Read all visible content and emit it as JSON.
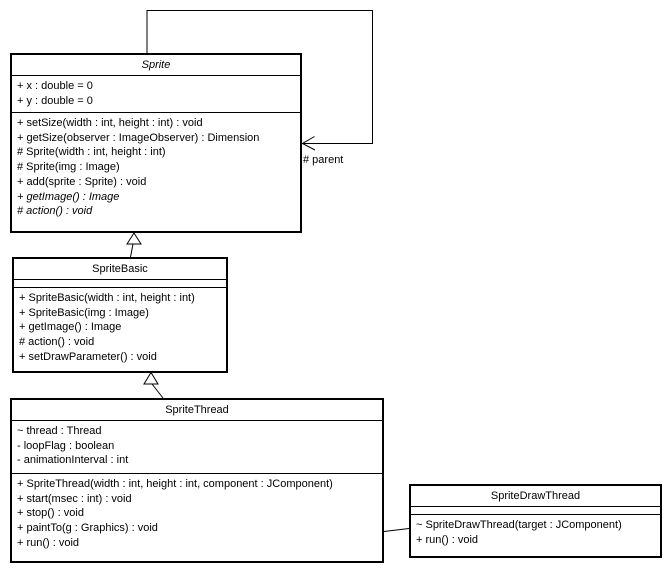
{
  "diagram": {
    "kind": "uml-class-diagram",
    "background_color": "#ffffff",
    "line_color": "#000000"
  },
  "classes": {
    "sprite": {
      "name": "Sprite",
      "abstract": true,
      "attributes": [
        "+ x : double = 0",
        "+ y : double = 0"
      ],
      "methods": [
        "+ setSize(width : int, height : int) : void",
        "+ getSize(observer : ImageObserver) : Dimension",
        "# Sprite(width : int, height : int)",
        "# Sprite(img : Image)",
        "+ add(sprite : Sprite) : void",
        {
          "text": "+ getImage() : Image",
          "italic": true
        },
        {
          "text": "# action() : void",
          "italic": true
        }
      ]
    },
    "sprite_basic": {
      "name": "SpriteBasic",
      "abstract": false,
      "attributes": [],
      "methods": [
        "+ SpriteBasic(width : int, height : int)",
        "+ SpriteBasic(img : Image)",
        "+ getImage() : Image",
        "# action() : void",
        "+ setDrawParameter() : void"
      ]
    },
    "sprite_thread": {
      "name": "SpriteThread",
      "abstract": false,
      "attributes": [
        "~ thread : Thread",
        "- loopFlag : boolean",
        "- animationInterval : int"
      ],
      "methods": [
        "+ SpriteThread(width : int, height : int, component : JComponent)",
        "+ start(msec : int) : void",
        "+ stop() : void",
        "+ paintTo(g : Graphics) : void",
        "+ run() : void"
      ]
    },
    "sprite_draw_thread": {
      "name": "SpriteDrawThread",
      "abstract": false,
      "attributes": [],
      "methods": [
        "~ SpriteDrawThread(target : JComponent)",
        "+ run() : void"
      ]
    }
  },
  "edges": {
    "parent": {
      "type": "association",
      "from": "Sprite",
      "to": "Sprite",
      "label": "# parent"
    },
    "basic_extends_sprite": {
      "type": "generalization",
      "from": "SpriteBasic",
      "to": "Sprite"
    },
    "thread_extends_basic": {
      "type": "generalization",
      "from": "SpriteThread",
      "to": "SpriteBasic"
    },
    "thread_to_drawthread": {
      "type": "association",
      "from": "SpriteThread",
      "to": "SpriteDrawThread"
    }
  }
}
